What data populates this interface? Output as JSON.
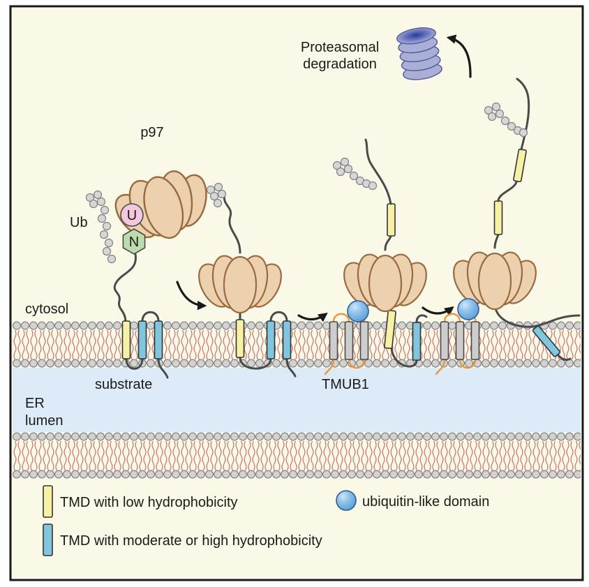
{
  "labels": {
    "proteasomal_line1": "Proteasomal",
    "proteasomal_line2": "degradation",
    "p97": "p97",
    "ub": "Ub",
    "u_letter": "U",
    "n_letter": "N",
    "cytosol": "cytosol",
    "substrate": "substrate",
    "tmub1": "TMUB1",
    "er_line1": "ER",
    "er_line2": "lumen"
  },
  "legend": {
    "items": [
      {
        "swatch": "tmd-low-hydrophobicity-swatch",
        "label": "TMD with low hydrophobicity"
      },
      {
        "swatch": "tmd-moderate-high-hydrophobicity-swatch",
        "label": "TMD with moderate or high hydrophobicity"
      },
      {
        "swatch": "ubiquitin-like-domain-swatch",
        "label": "ubiquitin-like domain"
      }
    ]
  },
  "icons": {
    "proteasome": "proteasome-stack-icon",
    "ubiquitin_chain": "ubiquitin-chain-beads-icon",
    "p97_hexamer": "p97-hexamer-icon",
    "ubl_domain": "ubiquitin-like-domain-icon"
  },
  "colors": {
    "background": "#faf8e6",
    "border": "#1a1a1a",
    "er_lumen": "#dcebf7",
    "lipid_head": "#d2d2d2",
    "lipid_tail": "#c4736e",
    "p97_fill": "#edd1af",
    "p97_stroke": "#976a3f",
    "tmd_low": "#f6f1a3",
    "tmd_high": "#7fc6de",
    "tmd_tmub1": "#cdcdcd",
    "tmd_stroke": "#333333",
    "ubl_stroke": "#2f5e8e",
    "ubiquitin_fill": "#d6d6d6",
    "ubiquitin_stroke": "#808080",
    "u_badge": "#f4c7df",
    "n_badge": "#bcdcae",
    "badge_stroke": "#4a4a4a",
    "linker_orange": "#e8973f",
    "strand": "#4a4a4a",
    "proteasome_fill": "#a9afd7",
    "proteasome_stroke": "#575e97",
    "proteasome_core": "#2b3a9a",
    "arrow": "#1a1a1a"
  }
}
